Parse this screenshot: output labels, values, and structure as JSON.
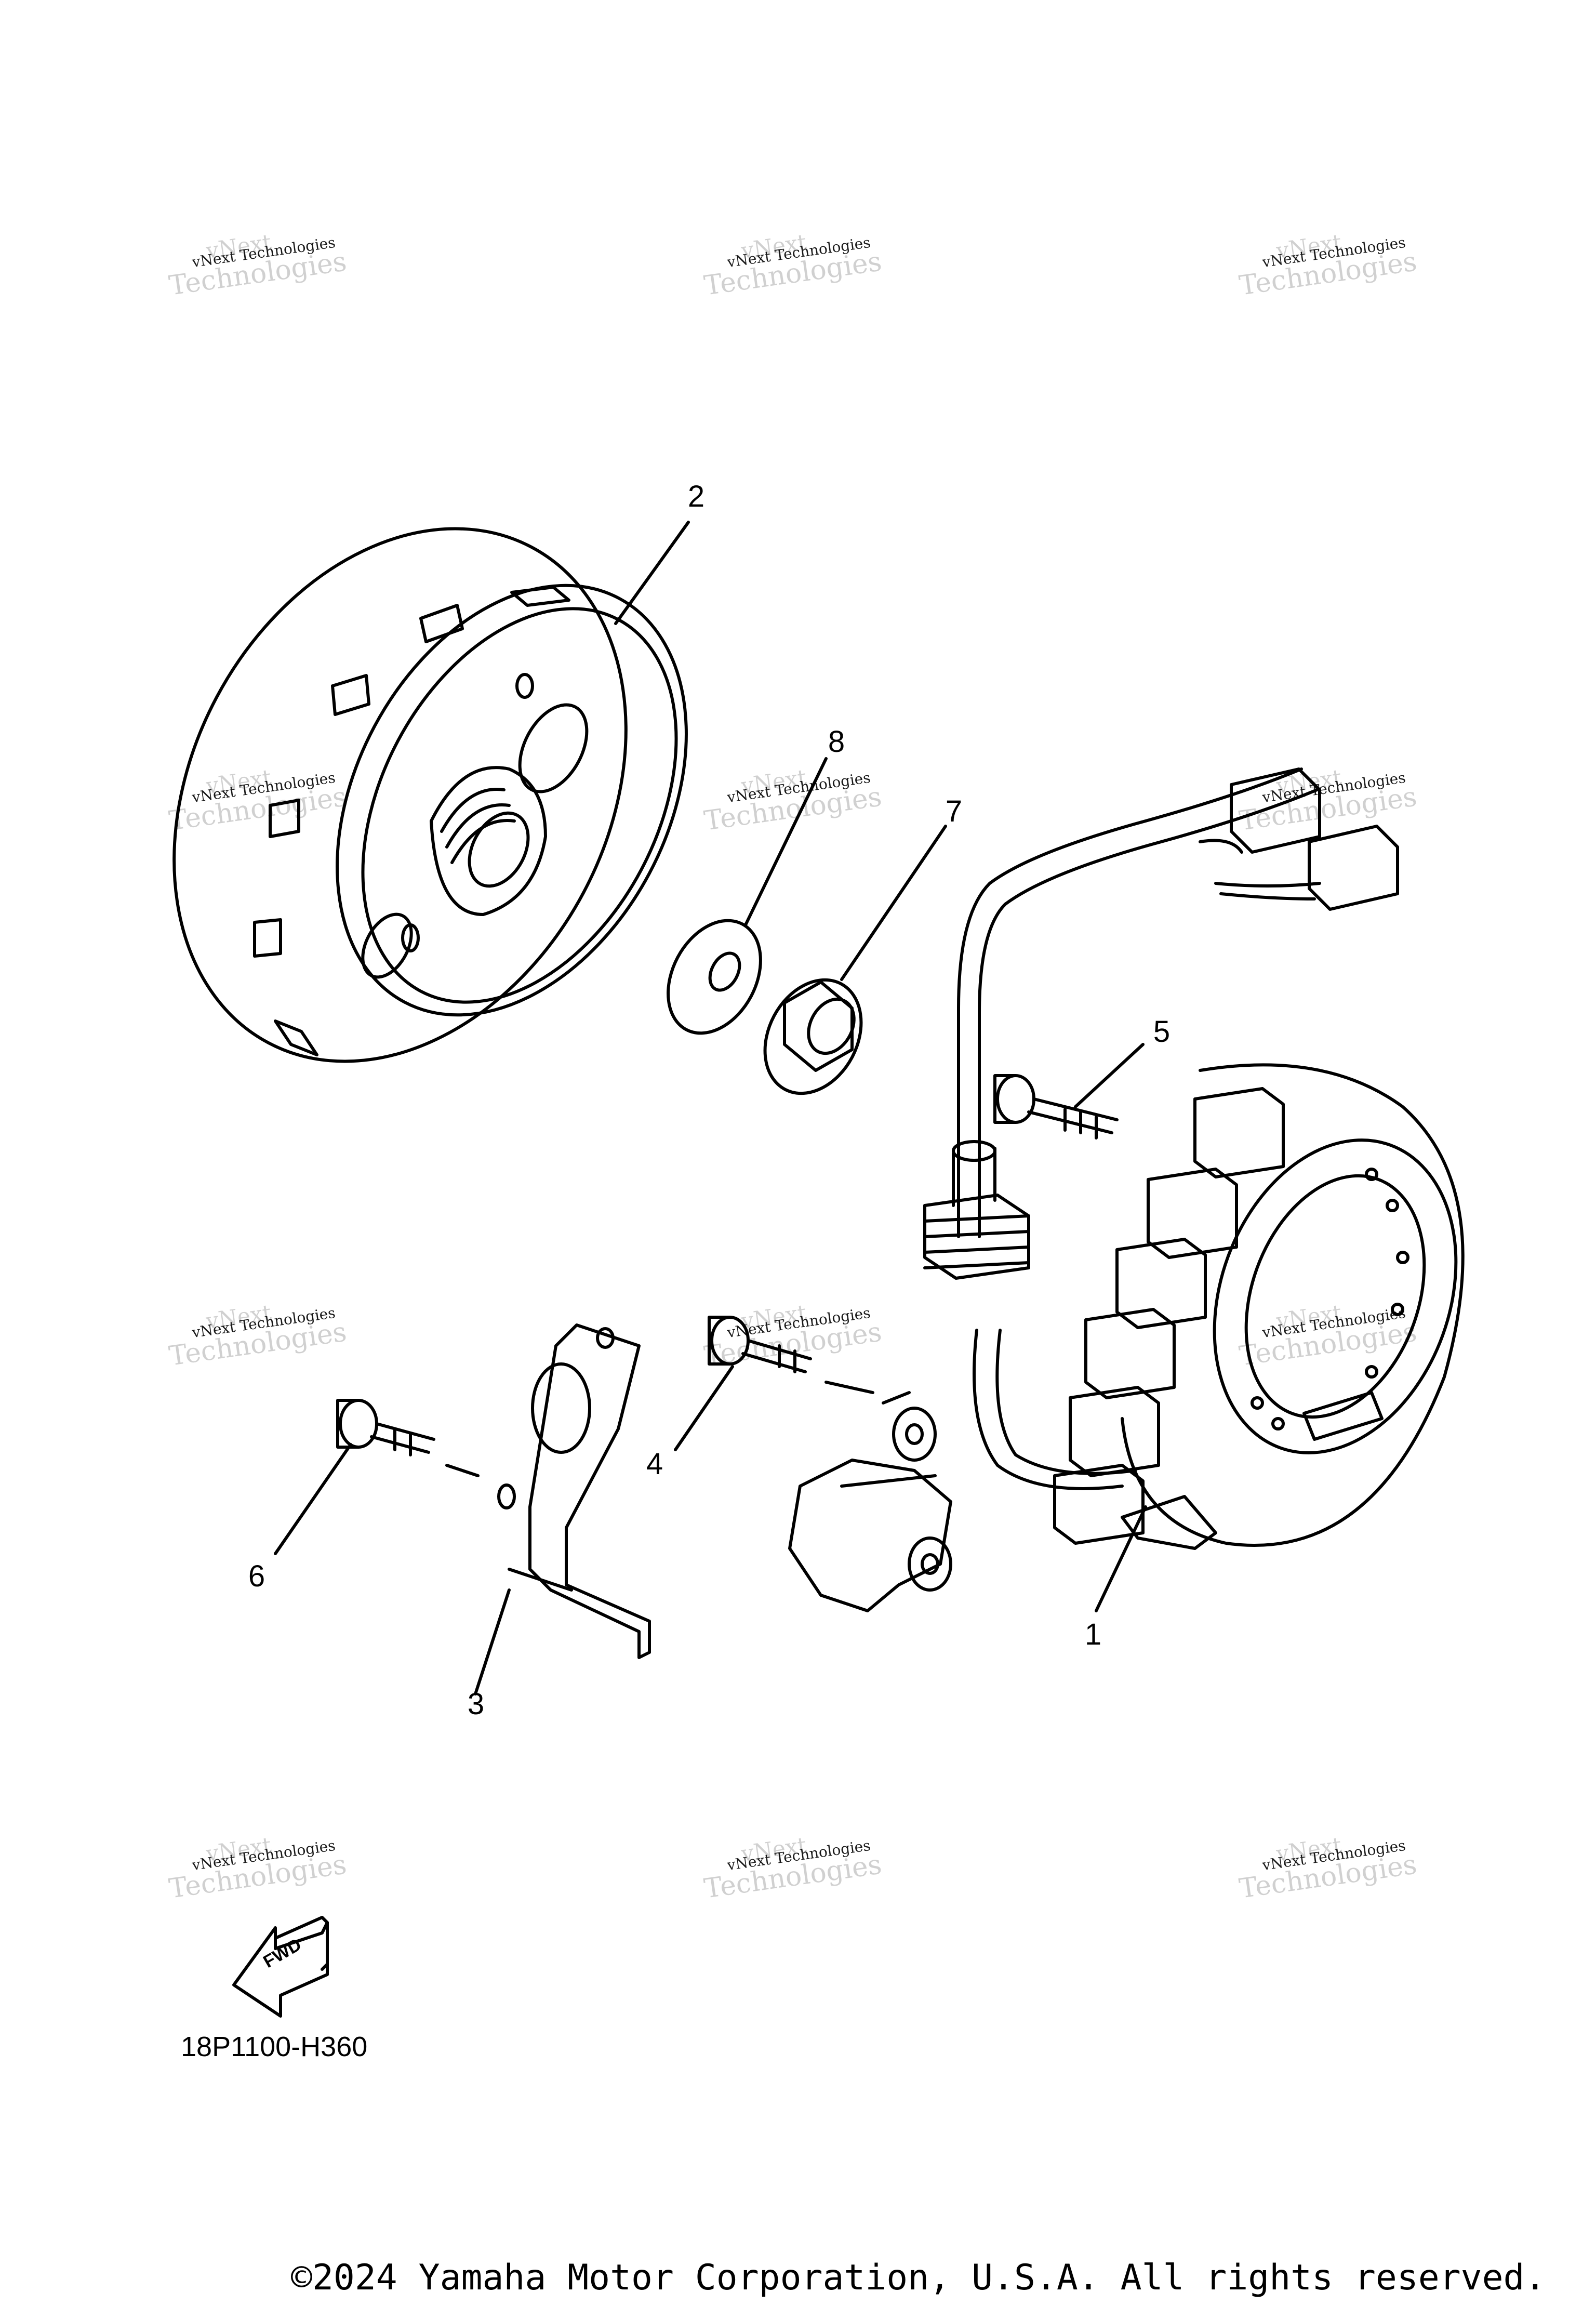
{
  "callouts": [
    {
      "id": "1",
      "label": "1"
    },
    {
      "id": "2",
      "label": "2"
    },
    {
      "id": "3",
      "label": "3"
    },
    {
      "id": "4",
      "label": "4"
    },
    {
      "id": "5",
      "label": "5"
    },
    {
      "id": "6",
      "label": "6"
    },
    {
      "id": "7",
      "label": "7"
    },
    {
      "id": "8",
      "label": "8"
    }
  ],
  "fwd_label": "FWD",
  "diagram_code": "18P1100-H360",
  "copyright": "©2024 Yamaha Motor Corporation, U.S.A. All rights reserved.",
  "watermark": {
    "line1": "vNext",
    "line2": "vNext Technologies",
    "line3": "Technologies"
  }
}
